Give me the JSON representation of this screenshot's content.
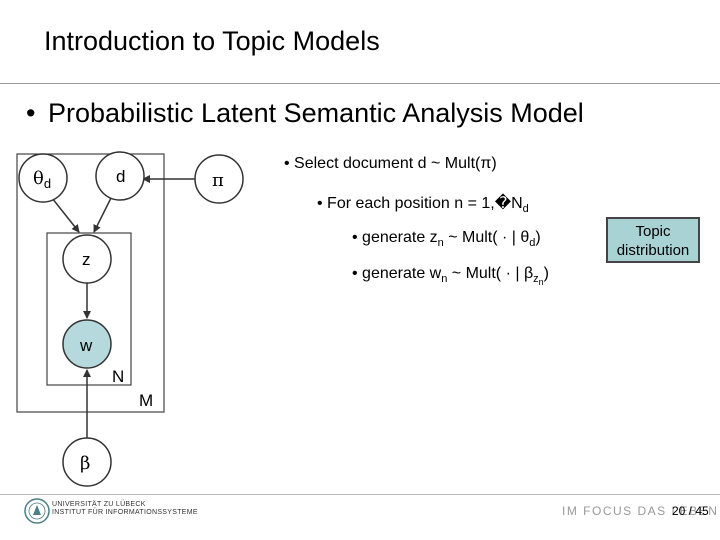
{
  "slide": {
    "title": "Introduction to Topic Models",
    "bullet": "Probabilistic Latent Semantic Analysis Model"
  },
  "model": {
    "theta": "θ",
    "theta_sub": "d",
    "doc_node": "d",
    "pi": "π",
    "topic_node": "z",
    "word_node": "w",
    "beta": "β",
    "plate_inner": "N",
    "plate_outer": "M"
  },
  "steps": {
    "select": "• Select document d ~ Mult(π)",
    "foreach_prefix": "• For each position n = 1,",
    "foreach_missing_glyph": "�",
    "foreach_suffix": "N",
    "foreach_sub": "d",
    "gen_z_prefix": "• generate z",
    "gen_z_sub1": "n",
    "gen_z_mid": " ~ Mult( · | θ",
    "gen_z_sub2": "d",
    "gen_z_end": ")",
    "gen_w_prefix": "• generate w",
    "gen_w_sub1": "n",
    "gen_w_mid": " ~ Mult( · | β",
    "gen_w_sub2": "z",
    "gen_w_sub3": "n",
    "gen_w_end": ")"
  },
  "callout": {
    "line1": "Topic",
    "line2": "distribution"
  },
  "footer": {
    "university_line1": "UNIVERSITÄT ZU LÜBECK",
    "university_line2": "INSTITUT FÜR INFORMATIONSSYSTEME",
    "motto": "IM FOCUS DAS LEBEN",
    "page": "20 / 45"
  },
  "colors": {
    "node_fill": "#b5d9dc",
    "callout_fill": "#a9d2d4"
  }
}
